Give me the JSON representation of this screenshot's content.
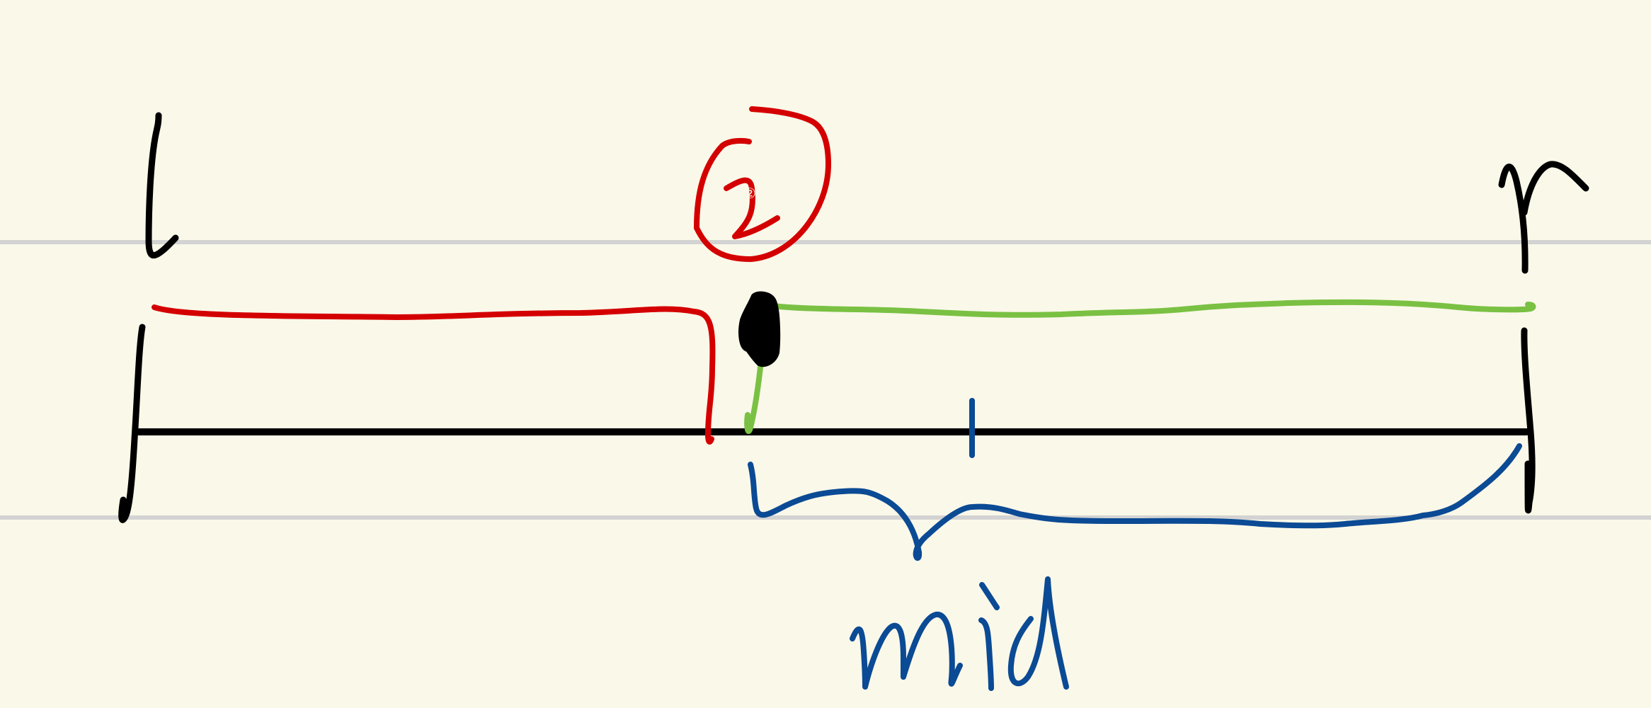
{
  "labels": {
    "left": "l",
    "right": "r",
    "marker": "②",
    "middle": "mid"
  },
  "colors": {
    "background": "#faf8e9",
    "rule_line": "#d3d3d3",
    "ink_black": "#000000",
    "ink_red": "#d40000",
    "ink_green": "#7ac143",
    "ink_blue": "#0b4a94"
  }
}
